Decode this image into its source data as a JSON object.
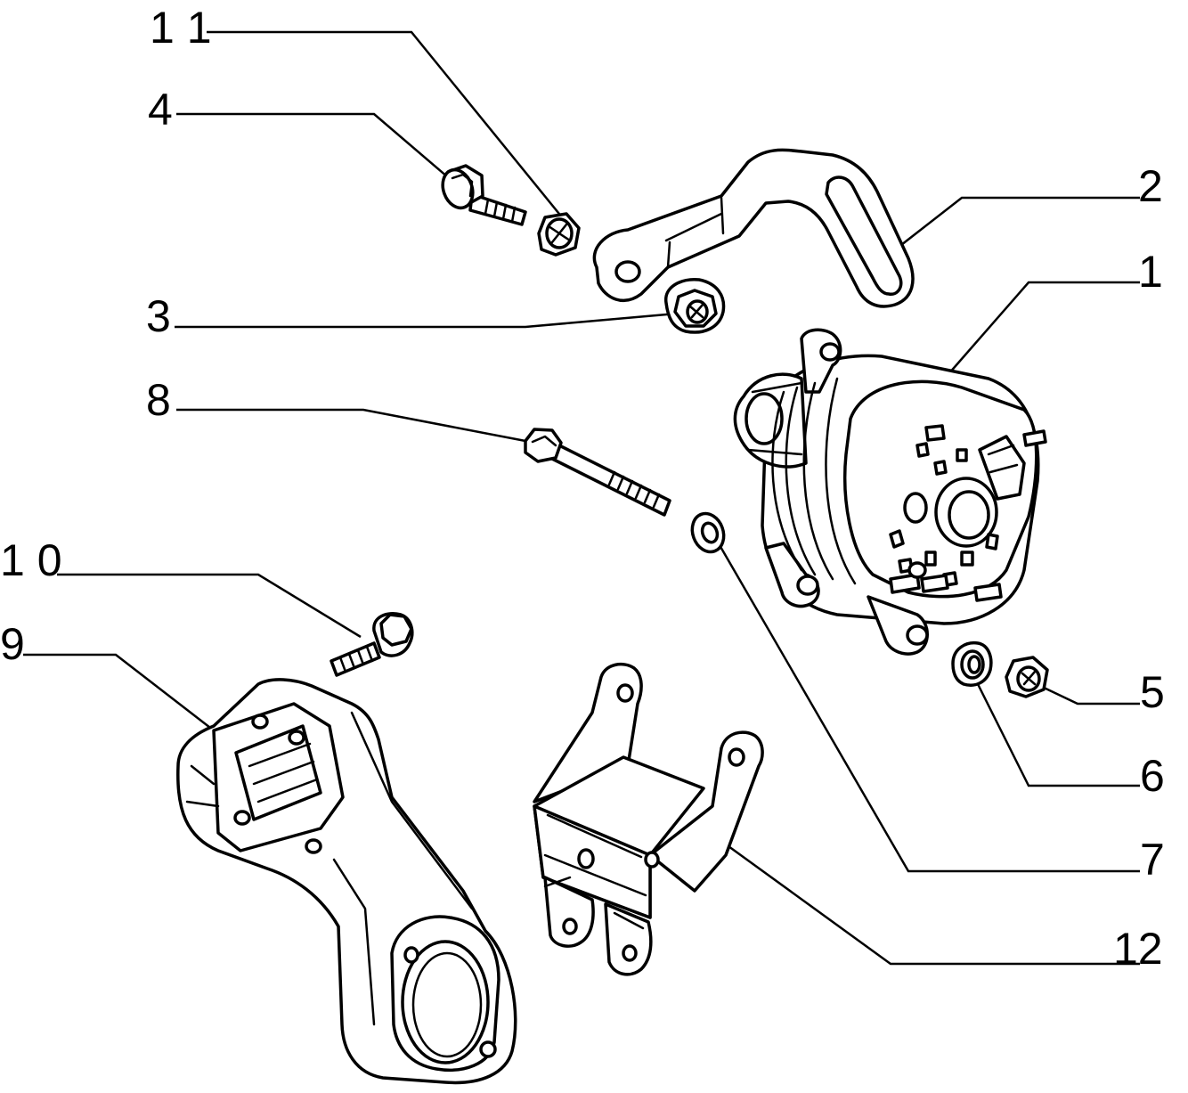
{
  "callouts": {
    "c11": "1 1",
    "c4": "4",
    "c3": "3",
    "c8": "8",
    "c10": "1 0",
    "c9": "9",
    "c2": "2",
    "c1": "1",
    "c5": "5",
    "c6": "6",
    "c7": "7",
    "c12": "12"
  },
  "colors": {
    "ink": "#000000",
    "paper": "#ffffff"
  }
}
